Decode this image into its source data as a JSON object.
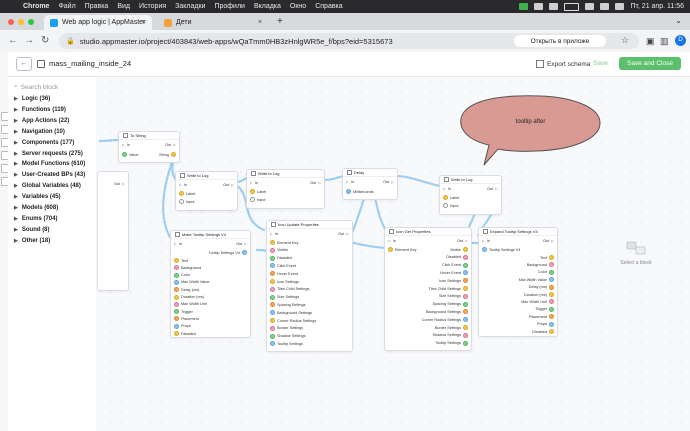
{
  "macos_menu": {
    "app": "Chrome",
    "items": [
      "Файл",
      "Правка",
      "Вид",
      "История",
      "Закладки",
      "Профили",
      "Вкладка",
      "Окно",
      "Справка"
    ],
    "clock": "Пт, 21 апр.  11:56"
  },
  "browser": {
    "tabs": [
      {
        "title": "Web app logic | AppMaster",
        "close": "×"
      },
      {
        "title": "Дети",
        "close": "×"
      }
    ],
    "new_tab": "+",
    "url": "studio.appmaster.io/project/403843/web-apps/wQaTmm0HB3zHnlgWR5e_f/bps?eid=5315673",
    "open_in_app": "Открыть в приложе",
    "profile_initial": "D"
  },
  "app_header": {
    "back": "←",
    "title": "mass_mailing_inside_24",
    "export": "Export schema",
    "save": "Save",
    "save_close": "Save and Close"
  },
  "sidebar": {
    "search_placeholder": "Search block",
    "categories": [
      "Logic (36)",
      "Functions (119)",
      "App Actions (22)",
      "Navigation (10)",
      "Components (177)",
      "Server requests (275)",
      "Model Functions (610)",
      "User-Created BPs (43)",
      "Global Variables (48)",
      "Variables (45)",
      "Models (608)",
      "Enums (704)",
      "Sound (8)",
      "Other (18)"
    ]
  },
  "canvas": {
    "tooltip_text": "tooltip after",
    "select_block": "Select a block",
    "nodes": {
      "to_string": {
        "title": "To String",
        "in": "In",
        "out": "Out",
        "value": "Value",
        "string": "String"
      },
      "write_log1": {
        "title": "Write to Log",
        "in": "In",
        "out": "Out",
        "label": "Label",
        "input": "Input"
      },
      "write_log2": {
        "title": "Write to Log",
        "in": "In",
        "out": "Out",
        "label": "Label",
        "input": "Input"
      },
      "delay": {
        "title": "Delay",
        "in": "In",
        "out": "Out",
        "ms": "Milliseconds"
      },
      "write_log3": {
        "title": "Write to Log",
        "in": "In",
        "out": "Out",
        "label": "Label",
        "input": "Input"
      },
      "make_tooltip": {
        "title": "Make Tooltip Settings V4",
        "in": "In",
        "out": "Out",
        "output": "Tooltip Settings V4",
        "fields": [
          "Text",
          "Background",
          "Color",
          "Max Width Value",
          "Delay (ms)",
          "Duration (ms)",
          "Max Width Unit",
          "Trigger",
          "Placement",
          "Props",
          "Disabled"
        ]
      },
      "icon_update": {
        "title": "Icon Update Properties",
        "in": "In",
        "out": "Out",
        "fields": [
          "Element Key",
          "Visible",
          "Disabled",
          "Click Event",
          "Hover Event",
          "Icon Settings",
          "Tiles Child Settings",
          "Size Settings",
          "Spacing Settings",
          "Background Settings",
          "Corner Radius Settings",
          "Border Settings",
          "Shadow Settings",
          "Tooltip Settings"
        ]
      },
      "icon_get": {
        "title": "Icon Get Properties",
        "in": "In",
        "out": "Out",
        "element_key": "Element Key",
        "fields": [
          "Visible",
          "Disabled",
          "Click Event",
          "Hover Event",
          "Icon Settings",
          "Tiles Child Settings",
          "Size Settings",
          "Spacing Settings",
          "Background Settings",
          "Corner Radius Settings",
          "Border Settings",
          "Shadow Settings",
          "Tooltip Settings"
        ]
      },
      "expand_tooltip": {
        "title": "Expand Tooltip Settings V4",
        "in": "In",
        "out": "Out",
        "input": "Tooltip Settings V4",
        "fields": [
          "Text",
          "Background",
          "Color",
          "Max Width Value",
          "Delay (ms)",
          "Duration (ms)",
          "Max Width Unit",
          "Trigger",
          "Placement",
          "Props",
          "Disabled"
        ]
      },
      "partial": {
        "out": "Out"
      }
    }
  },
  "colors": {
    "accent_green": "#5cbf6c",
    "wire_blue": "#9dcdf0",
    "tooltip_fill": "#d99a94",
    "tooltip_stroke": "#555555"
  }
}
